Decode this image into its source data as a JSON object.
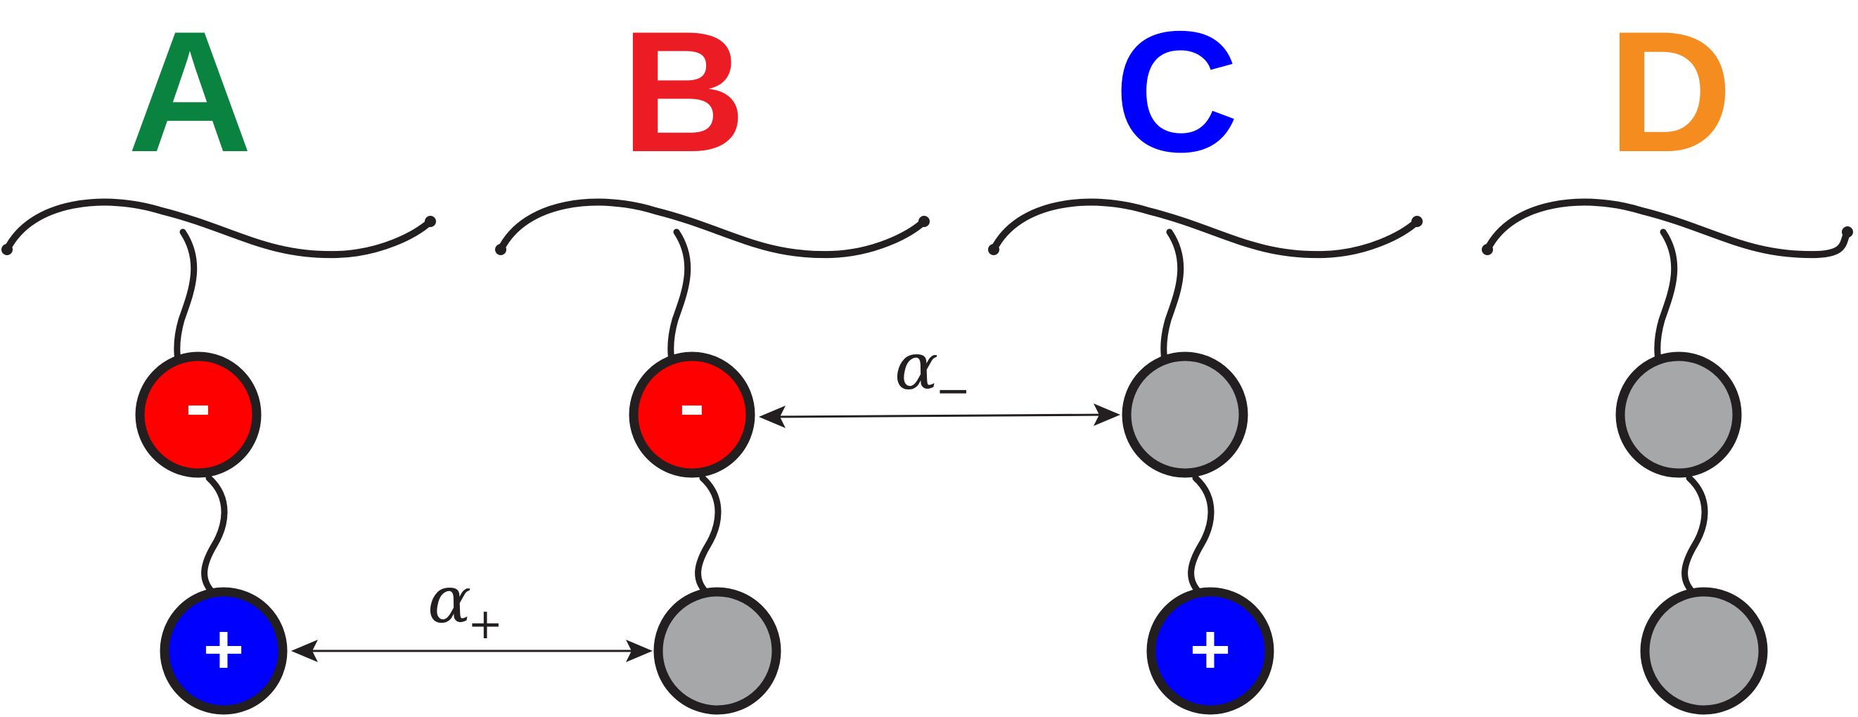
{
  "colors": {
    "ink": "#231f20",
    "negative": "#fe0000",
    "positive": "#0000fe",
    "neutral": "#a6a7a9"
  },
  "panels": [
    {
      "label": "A",
      "color": "#0a8240",
      "upper_bead": "negative",
      "lower_bead": "positive"
    },
    {
      "label": "B",
      "color": "#ec1c24",
      "upper_bead": "negative",
      "lower_bead": "neutral"
    },
    {
      "label": "C",
      "color": "#0000fe",
      "upper_bead": "neutral",
      "lower_bead": "positive"
    },
    {
      "label": "D",
      "color": "#f48c20",
      "upper_bead": "neutral",
      "lower_bead": "neutral"
    }
  ],
  "charge_symbols": {
    "negative": "-",
    "positive": "+"
  },
  "interactions": [
    {
      "symbol": "α",
      "subscript": "+",
      "from_panel": "A",
      "to_panel": "B",
      "level": "lower"
    },
    {
      "symbol": "α",
      "subscript": "−",
      "from_panel": "B",
      "to_panel": "C",
      "level": "upper"
    }
  ]
}
